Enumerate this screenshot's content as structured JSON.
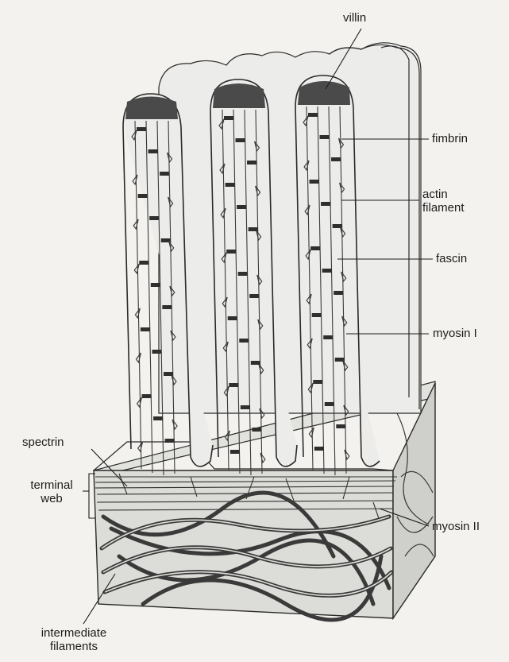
{
  "labels": {
    "villin": "villin",
    "fimbrin": "fimbrin",
    "actin_filament": [
      "actin",
      "filament"
    ],
    "fascin": "fascin",
    "myosin_i": "myosin I",
    "spectrin": "spectrin",
    "terminal_web": [
      "terminal",
      "web"
    ],
    "myosin_ii": "myosin II",
    "intermediate_filaments": [
      "intermediate",
      "filaments"
    ]
  },
  "colors": {
    "background": "#f4f2ee",
    "cell_fill": "#ececea",
    "outline": "#2a2a2a",
    "filament_dark": "#3a3a3a",
    "cap_dark": "#4a4a4a",
    "block_side": "#cfcfcb",
    "block_top": "#e2e2de"
  }
}
